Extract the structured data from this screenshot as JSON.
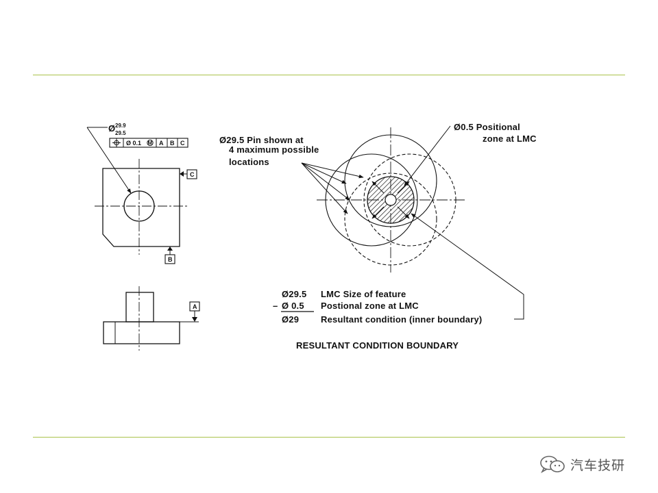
{
  "colors": {
    "rule": "#a9c24a",
    "ink": "#111111",
    "watermark": "#555555"
  },
  "left_view": {
    "dim_symbol": "Ø",
    "dim_upper": "29.9",
    "dim_lower": "29.5",
    "fcf": {
      "symbol_icon": "position-icon",
      "tolerance": "Ø 0.1",
      "modifier": "M",
      "datum_1": "A",
      "datum_2": "B",
      "datum_3": "C"
    },
    "datum_c": "C",
    "datum_b": "B",
    "datum_a": "A"
  },
  "right_view": {
    "pin_label_1": "Ø29.5 Pin shown at",
    "pin_label_2": "4 maximum possible",
    "pin_label_3": "locations",
    "zone_label_1": "Ø0.5 Positional",
    "zone_label_2": "zone at LMC",
    "calc": [
      {
        "prefix": "",
        "value": "Ø29.5",
        "text": "LMC Size of feature"
      },
      {
        "prefix": "–",
        "value": "Ø  0.5",
        "text": "Postional zone at LMC"
      },
      {
        "prefix": "",
        "value": "Ø29",
        "text": "Resultant condition (inner boundary)"
      }
    ],
    "caption": "RESULTANT CONDITION BOUNDARY"
  },
  "watermark": {
    "text": "汽车技研",
    "icon": "wechat-icon"
  }
}
